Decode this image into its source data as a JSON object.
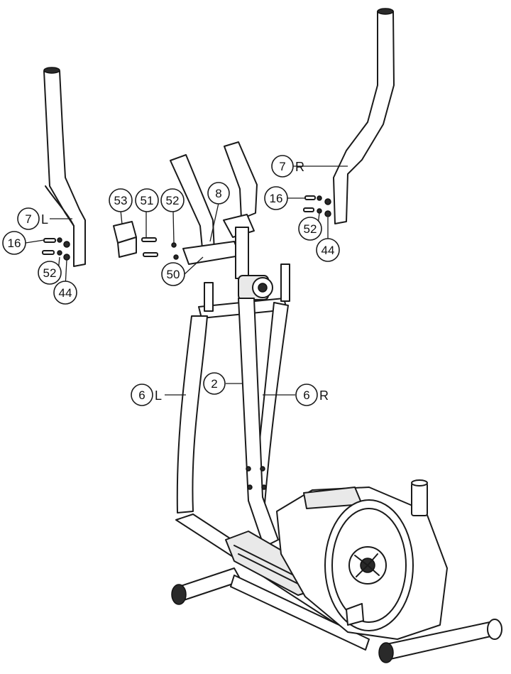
{
  "callouts": {
    "c7L_num": "7",
    "c7L_side": "L",
    "c16L": "16",
    "c52L": "52",
    "c44L": "44",
    "c53": "53",
    "c51": "51",
    "c52M": "52",
    "c8": "8",
    "c50": "50",
    "c7R_num": "7",
    "c7R_side": "R",
    "c16R": "16",
    "c52R": "52",
    "c44R": "44",
    "c2": "2",
    "c6L_num": "6",
    "c6L_side": "L",
    "c6R_num": "6",
    "c6R_side": "R"
  },
  "colors": {
    "line": "#1a1a1a",
    "paper": "#ffffff",
    "shade": "#e9e9e9"
  },
  "icons": [
    "handlebar-left-icon",
    "handlebar-right-icon",
    "elliptical-frame-icon",
    "flywheel-icon",
    "console-icon",
    "bolt-icon",
    "washer-icon",
    "nut-icon"
  ]
}
